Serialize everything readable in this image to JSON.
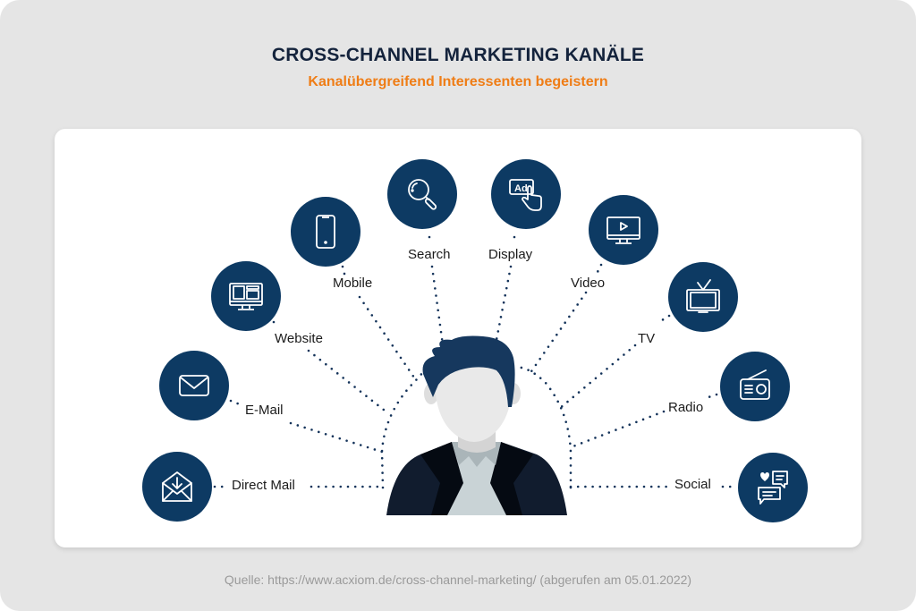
{
  "header": {
    "title": "CROSS-CHANNEL MARKETING KANÄLE",
    "subtitle": "Kanalübergreifend Interessenten begeistern"
  },
  "colors": {
    "background": "#e5e5e5",
    "card": "#ffffff",
    "title": "#14233c",
    "subtitle": "#ef7d16",
    "node": "#0d3a63",
    "dots": "#14335a",
    "source": "#9a9a9a"
  },
  "channels": [
    {
      "id": "direct-mail",
      "label": "Direct Mail",
      "icon": "open-envelope-download-icon"
    },
    {
      "id": "email",
      "label": "E-Mail",
      "icon": "envelope-icon"
    },
    {
      "id": "website",
      "label": "Website",
      "icon": "desktop-website-icon"
    },
    {
      "id": "mobile",
      "label": "Mobile",
      "icon": "smartphone-icon"
    },
    {
      "id": "search",
      "label": "Search",
      "icon": "magnifier-icon"
    },
    {
      "id": "display",
      "label": "Display",
      "icon": "ad-click-icon"
    },
    {
      "id": "video",
      "label": "Video",
      "icon": "monitor-play-icon"
    },
    {
      "id": "tv",
      "label": "TV",
      "icon": "tv-antenna-icon"
    },
    {
      "id": "radio",
      "label": "Radio",
      "icon": "radio-icon"
    },
    {
      "id": "social",
      "label": "Social",
      "icon": "chat-heart-icon"
    }
  ],
  "center": {
    "icon": "person-avatar-icon"
  },
  "footer": {
    "source": "Quelle:  https://www.acxiom.de/cross-channel-marketing/ (abgerufen am 05.01.2022)"
  }
}
